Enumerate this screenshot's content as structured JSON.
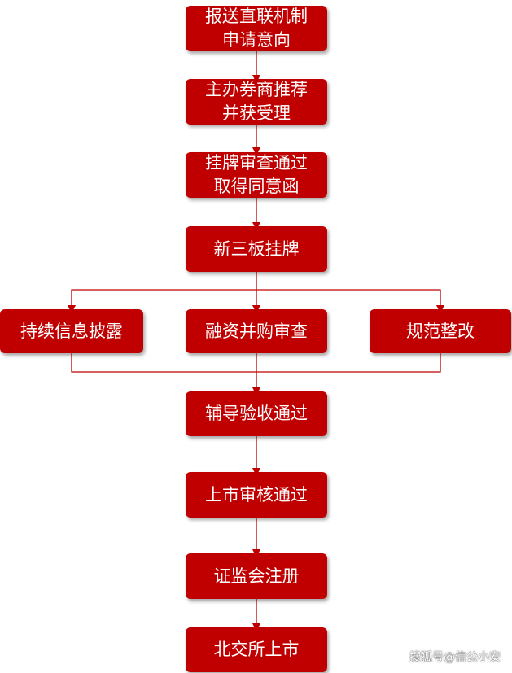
{
  "colors": {
    "node_fill": "#c00000",
    "connector": "#c00000",
    "text": "#ffffff"
  },
  "flow": {
    "step1": {
      "line1": "报送直联机制",
      "line2": "申请意向"
    },
    "step2": {
      "line1": "主办券商推荐",
      "line2": "并获受理"
    },
    "step3": {
      "line1": "挂牌审查通过",
      "line2": "取得同意函"
    },
    "step4": {
      "label": "新三板挂牌"
    },
    "branch_left": {
      "label": "持续信息披露"
    },
    "branch_center": {
      "label": "融资并购审查"
    },
    "branch_right": {
      "label": "规范整改"
    },
    "step5": {
      "label": "辅导验收通过"
    },
    "step6": {
      "label": "上市审核通过"
    },
    "step7": {
      "label": "证监会注册"
    },
    "step8": {
      "label": "北交所上市"
    }
  },
  "watermark": {
    "text": "搜狐号@信公小安"
  }
}
